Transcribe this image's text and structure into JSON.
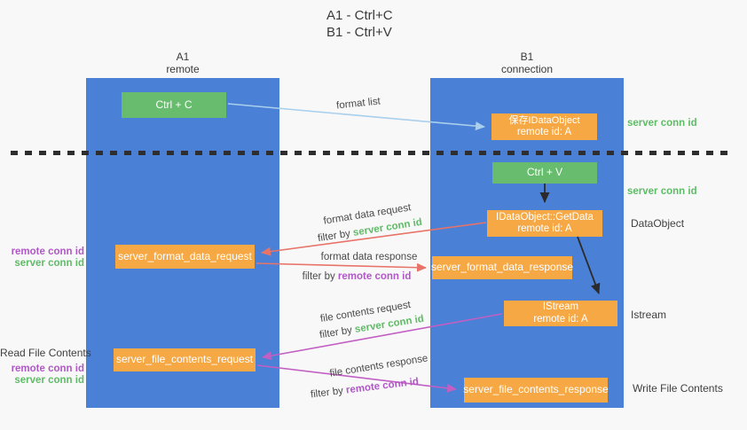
{
  "title": {
    "line1": "A1 - Ctrl+C",
    "line2": "B1 - Ctrl+V"
  },
  "lifelines": {
    "a1": {
      "name": "A1",
      "role": "remote"
    },
    "b1": {
      "name": "B1",
      "role": "connection"
    }
  },
  "nodes": {
    "ctrl_c": {
      "label": "Ctrl + C"
    },
    "ctrl_v": {
      "label": "Ctrl + V"
    },
    "save_dataobject": {
      "line1": "保存IDataObject",
      "line2": "remote id: A"
    },
    "getdata": {
      "line1": "IDataObject::GetData",
      "line2": "remote id: A"
    },
    "istream": {
      "line1": "IStream",
      "line2": "remote id: A"
    },
    "format_request": {
      "label": "server_format_data_request"
    },
    "format_response": {
      "label": "server_format_data_response"
    },
    "file_request": {
      "label": "server_file_contents_request"
    },
    "file_response": {
      "label": "server_file_contents_response"
    }
  },
  "flow_labels": {
    "format_list": "format list",
    "format_data_request": "format data request",
    "format_data_response": "format data response",
    "file_contents_request": "file contents request",
    "file_contents_response": "file contents response",
    "filter_by": "filter by "
  },
  "tokens": {
    "server_conn_id": "server conn id",
    "remote_conn_id": "remote conn id"
  },
  "side_labels": {
    "dataobject": "DataObject",
    "istream": "Istream",
    "read_file_contents": "Read File Contents",
    "write_file_contents": "Write File Contents"
  },
  "colors": {
    "lifeline_blue": "#4a80d6",
    "node_green": "#68bc6d",
    "node_orange": "#f6a844",
    "arrow_light_blue": "#a9cfec",
    "arrow_red": "#e87368",
    "arrow_magenta": "#c25fc2",
    "arrow_black": "#2b2b2b",
    "text_green": "#5fbc66",
    "text_purple": "#b158c8"
  }
}
